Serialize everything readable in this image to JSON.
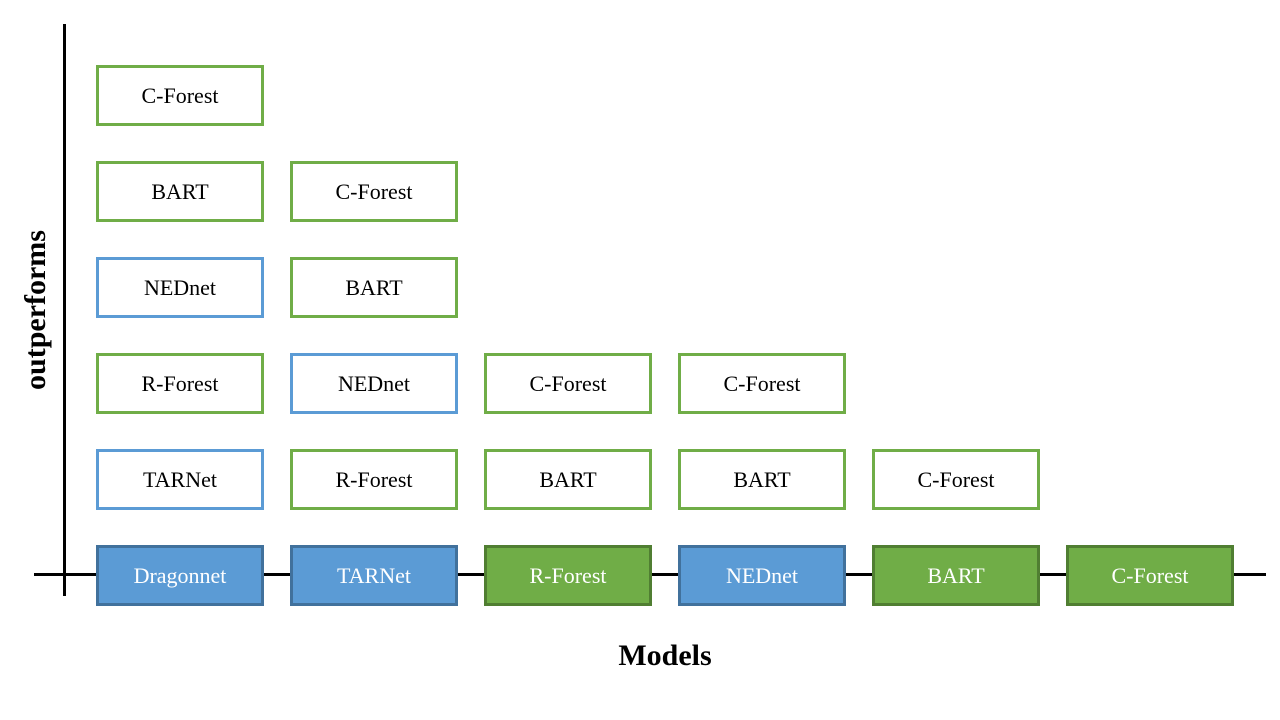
{
  "labels": {
    "y_axis": "outperforms",
    "x_axis": "Models"
  },
  "colors": {
    "green": "#70ad47",
    "blue": "#5b9bd5"
  },
  "models": [
    {
      "name": "Dragonnet",
      "color": "blue",
      "outperforms": [
        {
          "name": "TARNet",
          "color": "blue"
        },
        {
          "name": "R-Forest",
          "color": "green"
        },
        {
          "name": "NEDnet",
          "color": "blue"
        },
        {
          "name": "BART",
          "color": "green"
        },
        {
          "name": "C-Forest",
          "color": "green"
        }
      ]
    },
    {
      "name": "TARNet",
      "color": "blue",
      "outperforms": [
        {
          "name": "R-Forest",
          "color": "green"
        },
        {
          "name": "NEDnet",
          "color": "blue"
        },
        {
          "name": "BART",
          "color": "green"
        },
        {
          "name": "C-Forest",
          "color": "green"
        }
      ]
    },
    {
      "name": "R-Forest",
      "color": "green",
      "outperforms": [
        {
          "name": "BART",
          "color": "green"
        },
        {
          "name": "C-Forest",
          "color": "green"
        }
      ]
    },
    {
      "name": "NEDnet",
      "color": "blue",
      "outperforms": [
        {
          "name": "BART",
          "color": "green"
        },
        {
          "name": "C-Forest",
          "color": "green"
        }
      ]
    },
    {
      "name": "BART",
      "color": "green",
      "outperforms": [
        {
          "name": "C-Forest",
          "color": "green"
        }
      ]
    },
    {
      "name": "C-Forest",
      "color": "green",
      "outperforms": []
    }
  ]
}
